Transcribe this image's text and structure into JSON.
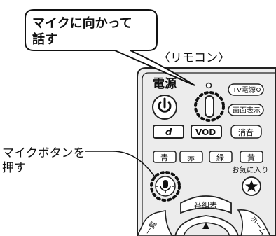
{
  "callout": {
    "line1": "マイクに向かって",
    "line2": "話す"
  },
  "remote_caption": "〈リモコン〉",
  "instruction": {
    "line1": "マイクボタンを",
    "line2": "押す"
  },
  "remote": {
    "power_label": "電源",
    "tv_power_label": "TV電源",
    "screen_display_label": "画面表示",
    "d_label": "d",
    "vod_label": "VOD",
    "mute_label": "消音",
    "color_buttons": [
      "青",
      "赤",
      "緑",
      "黄"
    ],
    "favorites_label": "お気に入り",
    "program_guide_label": "番組表",
    "list_label": "一覧",
    "home_label": "ホーム"
  },
  "colors": {
    "remote_body": "#ececec",
    "remote_outline": "#222222",
    "button_fill": "#ffffff"
  },
  "icons": [
    "power-icon",
    "microphone-icon",
    "star-icon",
    "up-arrow-icon"
  ]
}
